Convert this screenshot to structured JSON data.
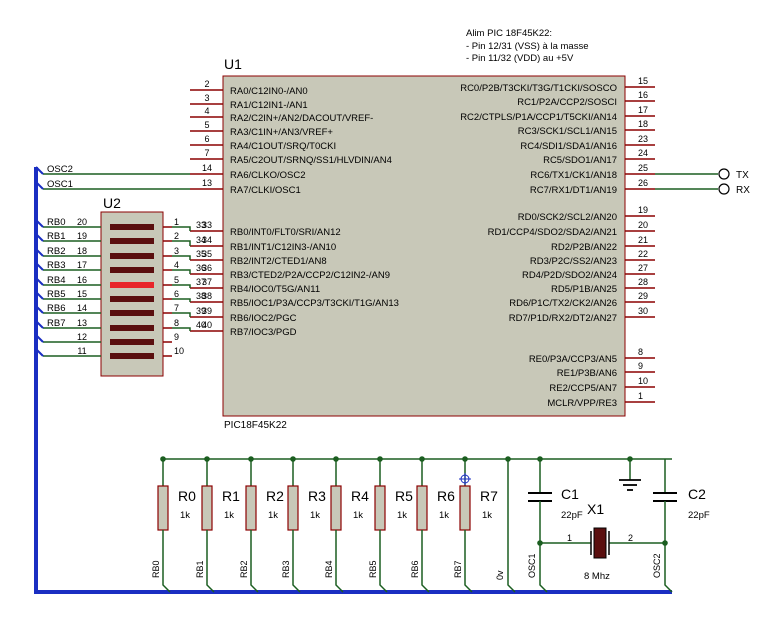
{
  "note": {
    "lines": [
      "Alim PIC 18F45K22:",
      "- Pin 12/31 (VSS) à la masse",
      "- Pin 11/32 (VDD) au +5V"
    ]
  },
  "u1": {
    "ref": "U1",
    "part": "PIC18F45K22",
    "left_pins": [
      {
        "num": "2",
        "name": "RA0/C12IN0-/AN0"
      },
      {
        "num": "3",
        "name": "RA1/C12IN1-/AN1"
      },
      {
        "num": "4",
        "name": "RA2/C2IN+/AN2/DACOUT/VREF-"
      },
      {
        "num": "5",
        "name": "RA3/C1IN+/AN3/VREF+"
      },
      {
        "num": "6",
        "name": "RA4/C1OUT/SRQ/T0CKI"
      },
      {
        "num": "7",
        "name": "RA5/C2OUT/SRNQ/SS1/HLVDIN/AN4"
      },
      {
        "num": "14",
        "name": "RA6/CLKO/OSC2"
      },
      {
        "num": "13",
        "name": "RA7/CLKI/OSC1"
      },
      {
        "num": "33",
        "name": "RB0/INT0/FLT0/SRI/AN12"
      },
      {
        "num": "34",
        "name": "RB1/INT1/C12IN3-/AN10"
      },
      {
        "num": "35",
        "name": "RB2/INT2/CTED1/AN8"
      },
      {
        "num": "36",
        "name": "RB3/CTED2/P2A/CCP2/C12IN2-/AN9"
      },
      {
        "num": "37",
        "name": "RB4/IOC0/T5G/AN11"
      },
      {
        "num": "38",
        "name": "RB5/IOC1/P3A/CCP3/T3CKI/T1G/AN13"
      },
      {
        "num": "39",
        "name": "RB6/IOC2/PGC"
      },
      {
        "num": "40",
        "name": "RB7/IOC3/PGD"
      }
    ],
    "right_pins": [
      {
        "num": "15",
        "name": "RC0/P2B/T3CKI/T3G/T1CKI/SOSCO"
      },
      {
        "num": "16",
        "name": "RC1/P2A/CCP2/SOSCI"
      },
      {
        "num": "17",
        "name": "RC2/CTPLS/P1A/CCP1/T5CKI/AN14"
      },
      {
        "num": "18",
        "name": "RC3/SCK1/SCL1/AN15"
      },
      {
        "num": "23",
        "name": "RC4/SDI1/SDA1/AN16"
      },
      {
        "num": "24",
        "name": "RC5/SDO1/AN17"
      },
      {
        "num": "25",
        "name": "RC6/TX1/CK1/AN18"
      },
      {
        "num": "26",
        "name": "RC7/RX1/DT1/AN19"
      },
      {
        "num": "19",
        "name": "RD0/SCK2/SCL2/AN20"
      },
      {
        "num": "20",
        "name": "RD1/CCP4/SDO2/SDA2/AN21"
      },
      {
        "num": "21",
        "name": "RD2/P2B/AN22"
      },
      {
        "num": "22",
        "name": "RD3/P2C/SS2/AN23"
      },
      {
        "num": "27",
        "name": "RD4/P2D/SDO2/AN24"
      },
      {
        "num": "28",
        "name": "RD5/P1B/AN25"
      },
      {
        "num": "29",
        "name": "RD6/P1C/TX2/CK2/AN26"
      },
      {
        "num": "30",
        "name": "RD7/P1D/RX2/DT2/AN27"
      },
      {
        "num": "8",
        "name": "RE0/P3A/CCP3/AN5"
      },
      {
        "num": "9",
        "name": "RE1/P3B/AN6"
      },
      {
        "num": "10",
        "name": "RE2/CCP5/AN7"
      },
      {
        "num": "1",
        "name": "MCLR/VPP/RE3"
      }
    ]
  },
  "ports": {
    "tx": "TX",
    "rx": "RX"
  },
  "osc_nets": {
    "osc2": "OSC2",
    "osc1": "OSC1"
  },
  "u2": {
    "ref": "U2",
    "left_nets": [
      "RB0",
      "RB1",
      "RB2",
      "RB3",
      "RB4",
      "RB5",
      "RB6",
      "RB7"
    ],
    "left_pins": [
      "20",
      "19",
      "18",
      "17",
      "16",
      "15",
      "14",
      "13",
      "12",
      "11"
    ],
    "right_pins": [
      "1",
      "2",
      "3",
      "4",
      "5",
      "6",
      "7",
      "8",
      "9",
      "10"
    ],
    "bar_states": [
      false,
      false,
      false,
      false,
      true,
      false,
      false,
      false,
      false,
      false
    ],
    "color_off": "#5a0f0f",
    "color_on": "#e8262b"
  },
  "right_pin_nums_b": [
    "33",
    "34",
    "35",
    "36",
    "37",
    "38",
    "39",
    "40"
  ],
  "resistors": [
    {
      "ref": "R0",
      "value": "1k",
      "net": "RB0"
    },
    {
      "ref": "R1",
      "value": "1k",
      "net": "RB1"
    },
    {
      "ref": "R2",
      "value": "1k",
      "net": "RB2"
    },
    {
      "ref": "R3",
      "value": "1k",
      "net": "RB3"
    },
    {
      "ref": "R4",
      "value": "1k",
      "net": "RB4"
    },
    {
      "ref": "R5",
      "value": "1k",
      "net": "RB5"
    },
    {
      "ref": "R6",
      "value": "1k",
      "net": "RB6"
    },
    {
      "ref": "R7",
      "value": "1k",
      "net": "RB7"
    }
  ],
  "zero_volt": "0v",
  "c1": {
    "ref": "C1",
    "value": "22pF",
    "net": "OSC1"
  },
  "c2": {
    "ref": "C2",
    "value": "22pF",
    "net": "OSC2"
  },
  "x1": {
    "ref": "X1",
    "value": "8 Mhz",
    "pin1": "1",
    "pin2": "2"
  },
  "colors": {
    "wire": "#1b5e20",
    "bus": "#1a2ec2",
    "chip_fill": "#c8c8b8",
    "chip_stroke": "#8b0000",
    "lead": "#8b0000"
  }
}
